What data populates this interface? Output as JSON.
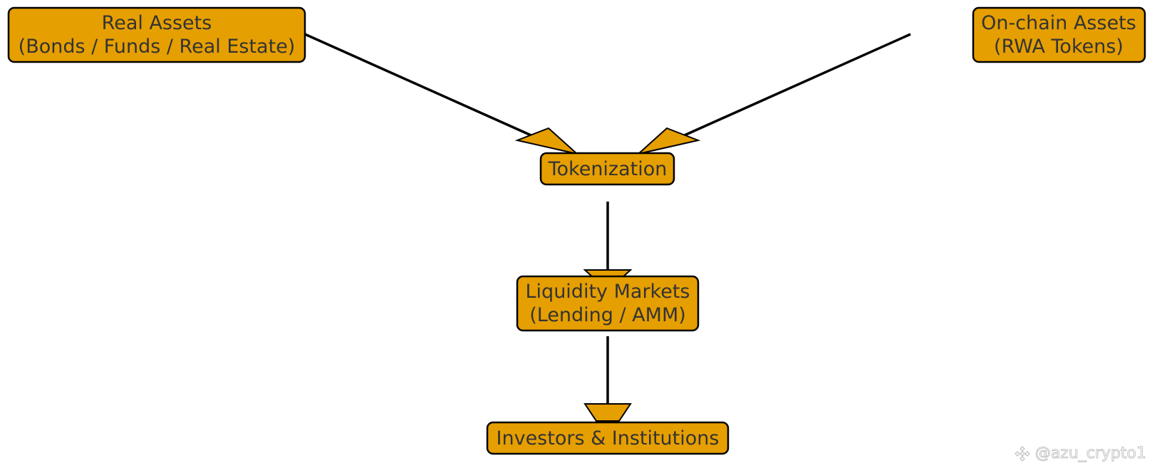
{
  "diagram": {
    "nodes": {
      "real_assets": {
        "line1": "Real Assets",
        "line2": "(Bonds / Funds / Real Estate)"
      },
      "onchain_assets": {
        "line1": "On-chain Assets",
        "line2": "(RWA Tokens)"
      },
      "tokenization": {
        "line1": "Tokenization"
      },
      "liquidity": {
        "line1": "Liquidity Markets",
        "line2": "(Lending / AMM)"
      },
      "investors": {
        "line1": "Investors & Institutions"
      }
    },
    "edges": [
      {
        "from": "real_assets",
        "to": "tokenization"
      },
      {
        "from": "onchain_assets",
        "to": "tokenization"
      },
      {
        "from": "tokenization",
        "to": "liquidity"
      },
      {
        "from": "liquidity",
        "to": "investors"
      }
    ],
    "colors": {
      "node_fill": "#E69F00",
      "node_stroke": "#000000",
      "text": "#333333",
      "edge": "#000000"
    }
  },
  "watermark": {
    "text": "@azu_crypto1",
    "icon": "binance-logo-icon"
  }
}
